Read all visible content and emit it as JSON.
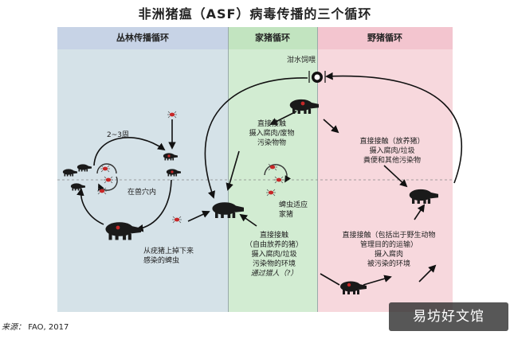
{
  "title": "非洲猪瘟（ASF）病毒传播的三个循环",
  "panels": {
    "forest": "丛林传播循环",
    "domestic": "家猪循环",
    "wild": "野猪循环"
  },
  "labels": {
    "swill_feeding": "泔水饲喂",
    "weeks": "2~3周",
    "in_burrow": "在兽穴内",
    "ticks_fall": [
      "从疣猪上掉下来",
      "感染的蜱虫"
    ],
    "domestic_contact": [
      "直接接触",
      "摄入腐肉/废物",
      "污染物物"
    ],
    "tick_adapted": [
      "蜱虫适应",
      "家猪"
    ],
    "free_range_contact": [
      "直接接触",
      "（自由放养的猪）",
      "摄入腐肉/垃圾",
      "污染物的环境"
    ],
    "via_hunters": "通过猎人（?）",
    "wild_contact_1": [
      "直接接触（放养猪）",
      "摄入腐肉/垃圾",
      "粪便和其他污染物"
    ],
    "wild_contact_2": [
      "直接接触（包括出于野生动物",
      "管理目的的运输）",
      "摄入腐肉",
      "被污染的环境"
    ]
  },
  "source": {
    "label": "来源：",
    "text": "FAO, 2017"
  },
  "watermark": "易坊好文馆",
  "colors": {
    "forest_bg": "#d5e2e8",
    "domestic_bg": "#d2ecd2",
    "wild_bg": "#f7d8dd",
    "tick_red": "#c62828"
  }
}
